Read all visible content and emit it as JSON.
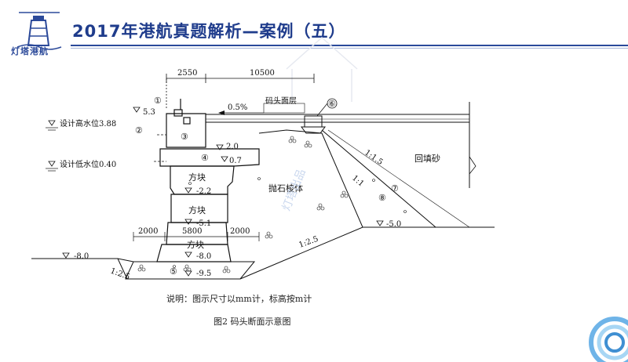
{
  "header": {
    "logo_text": "灯塔港航",
    "title": "2017年港航真题解析—案例（五）"
  },
  "diagram": {
    "dims": {
      "d1": "2550",
      "d2": "10500",
      "base_left": "2000",
      "base_mid": "5800",
      "base_right": "2000"
    },
    "slope_label": "0.5%",
    "surface_label": "码头面层",
    "elevations": {
      "top": "5.3",
      "e20": "2.0",
      "e07": "0.7",
      "e_m22": "-2.2",
      "e_m51": "-5.1",
      "e_m80_block": "-8.0",
      "e_m95": "-9.5",
      "e_m80_left": "-8.0",
      "e_m50": "-5.0"
    },
    "water_levels": {
      "high": "设计高水位3.88",
      "low": "设计低水位0.40"
    },
    "block_label": "方块",
    "fill_label": "抛石棱体",
    "backfill_label": "回填砂",
    "slopes": {
      "s1": "1:1.5",
      "s2": "1:1",
      "s3": "1:2.5",
      "s4": "1:2.5"
    },
    "markers": [
      "①",
      "②",
      "③",
      "④",
      "⑤",
      "⑥",
      "⑦",
      "⑧"
    ],
    "watermark": "灯塔出品"
  },
  "note": "说明：图示尺寸以mm计，标高按m计",
  "caption": "图2  码头断面示意图"
}
